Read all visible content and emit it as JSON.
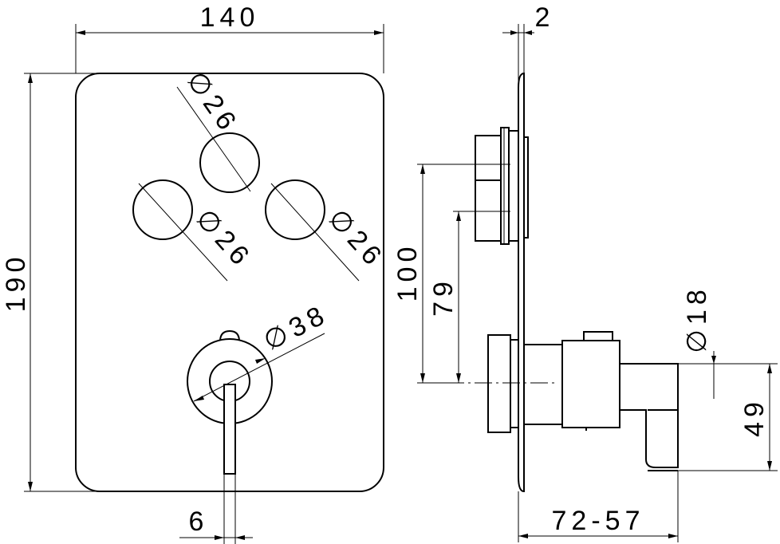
{
  "dimensions": {
    "plate_width": "140",
    "plate_height": "190",
    "plate_thickness": "2",
    "button_diameter_top": "26",
    "button_diameter_left": "26",
    "button_diameter_right": "26",
    "handle_diameter": "38",
    "diameter_symbol": "∅",
    "lever_width": "6",
    "offset_100": "100",
    "offset_79": "79",
    "outlet_diameter": "18",
    "outlet_height": "49",
    "depth_range": "72-57"
  }
}
